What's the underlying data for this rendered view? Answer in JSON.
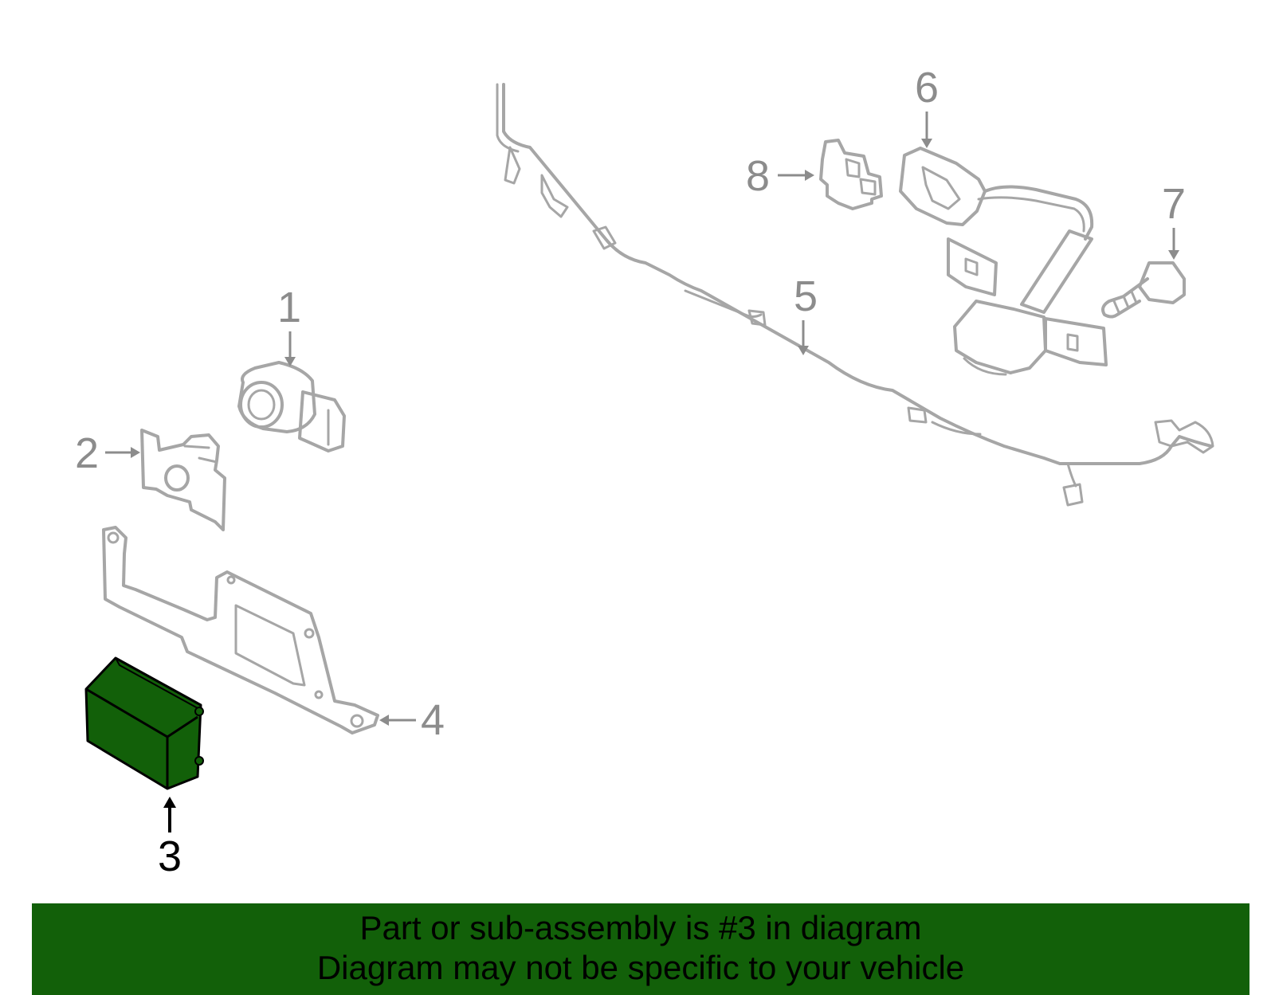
{
  "callouts": {
    "c1": "1",
    "c2": "2",
    "c3": "3",
    "c4": "4",
    "c5": "5",
    "c6": "6",
    "c7": "7",
    "c8": "8"
  },
  "highlight_callout": "3",
  "colors": {
    "highlight_fill": "#126009",
    "ghost_stroke": "#a6a6a6",
    "banner_bg": "#126009"
  },
  "banner": {
    "line1": "Part or sub-assembly is #3 in diagram",
    "line2": "Diagram may not be specific to your vehicle"
  }
}
